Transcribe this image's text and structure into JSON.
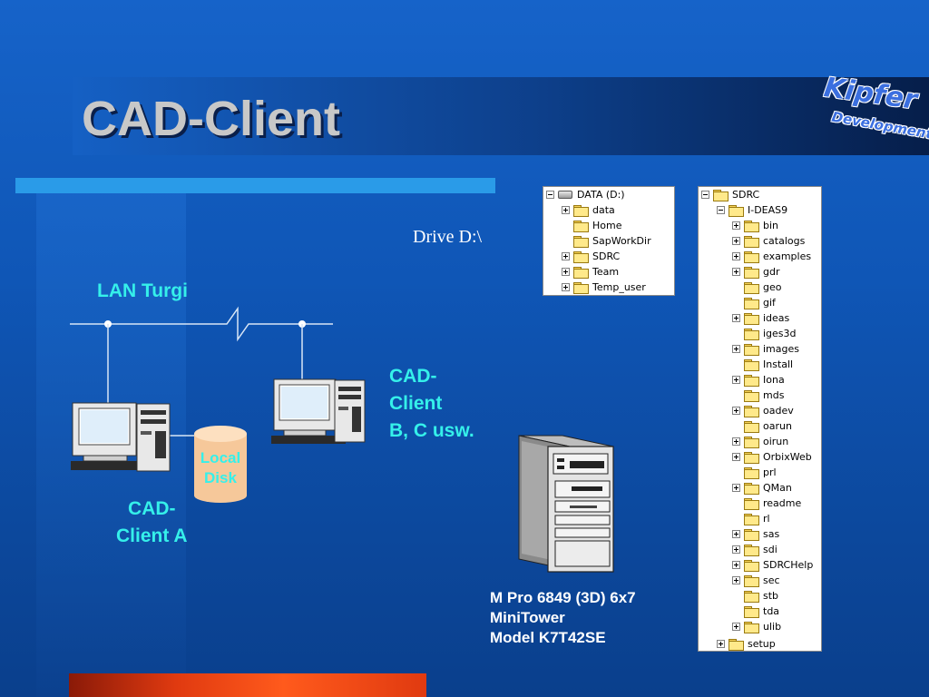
{
  "slide": {
    "title": "CAD-Client",
    "logo_line1": "Kipfer",
    "logo_line2": "Developments"
  },
  "network": {
    "lan_label": "LAN Turgi",
    "client_a_label": "CAD-\nClient A",
    "client_bc_label": "CAD-\nClient\nB, C usw.",
    "disk_label": "Local\nDisk"
  },
  "tower": {
    "caption": "M Pro 6849 (3D) 6x7\nMiniTower\nModel K7T42SE"
  },
  "drive_label": "Drive D:\\",
  "tree_drive": {
    "root": "DATA (D:)",
    "items": [
      {
        "label": "data",
        "expand": "plus"
      },
      {
        "label": "Home",
        "expand": "none"
      },
      {
        "label": "SapWorkDir",
        "expand": "none"
      },
      {
        "label": "SDRC",
        "expand": "plus"
      },
      {
        "label": "Team",
        "expand": "plus"
      },
      {
        "label": "Temp_user",
        "expand": "plus"
      }
    ]
  },
  "tree_sdrc": {
    "root": "SDRC",
    "subroot": "I-DEAS9",
    "items": [
      {
        "label": "bin",
        "expand": "plus"
      },
      {
        "label": "catalogs",
        "expand": "plus"
      },
      {
        "label": "examples",
        "expand": "plus"
      },
      {
        "label": "gdr",
        "expand": "plus"
      },
      {
        "label": "geo",
        "expand": "none"
      },
      {
        "label": "gif",
        "expand": "none"
      },
      {
        "label": "ideas",
        "expand": "plus"
      },
      {
        "label": "iges3d",
        "expand": "none"
      },
      {
        "label": "images",
        "expand": "plus"
      },
      {
        "label": "Install",
        "expand": "none"
      },
      {
        "label": "Iona",
        "expand": "plus"
      },
      {
        "label": "mds",
        "expand": "none"
      },
      {
        "label": "oadev",
        "expand": "plus"
      },
      {
        "label": "oarun",
        "expand": "none"
      },
      {
        "label": "oirun",
        "expand": "plus"
      },
      {
        "label": "OrbixWeb",
        "expand": "plus"
      },
      {
        "label": "prl",
        "expand": "none"
      },
      {
        "label": "QMan",
        "expand": "plus"
      },
      {
        "label": "readme",
        "expand": "none"
      },
      {
        "label": "rl",
        "expand": "none"
      },
      {
        "label": "sas",
        "expand": "plus"
      },
      {
        "label": "sdi",
        "expand": "plus"
      },
      {
        "label": "SDRCHelp",
        "expand": "plus"
      },
      {
        "label": "sec",
        "expand": "plus"
      },
      {
        "label": "stb",
        "expand": "none"
      },
      {
        "label": "tda",
        "expand": "none"
      },
      {
        "label": "ulib",
        "expand": "plus"
      }
    ],
    "last": "setup"
  },
  "colors": {
    "accent_cyan": "#35f0ea",
    "accent_bar": "#2a9be8",
    "bottom_bar": "#ff5a1c"
  }
}
